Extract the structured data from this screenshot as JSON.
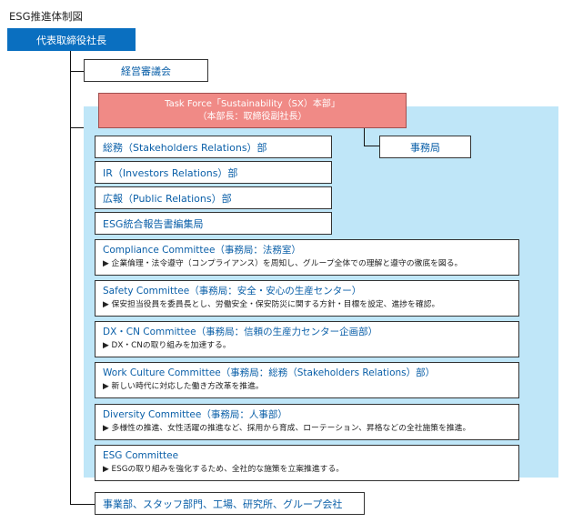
{
  "title": "ESG推進体制図",
  "ceo": "代表取締役社長",
  "management_council": "経営審議会",
  "task_force": {
    "line1": "Task Force「Sustainability（SX）本部」",
    "line2": "（本部長：取締役副社長）"
  },
  "secretariat": "事務局",
  "departments": [
    "総務（Stakeholders Relations）部",
    "IR（Investors Relations）部",
    "広報（Public Relations）部",
    "ESG統合報告書編集局"
  ],
  "committees": [
    {
      "name": "Compliance Committee（事務局：法務室）",
      "desc": "▶ 企業倫理・法令遵守（コンプライアンス）を周知し、グループ全体での理解と遵守の徹底を図る。"
    },
    {
      "name": "Safety Committee（事務局：安全・安心の生産センター）",
      "desc": "▶ 保安担当役員を委員長とし、労働安全・保安防災に関する方針・目標を設定、進捗を確認。"
    },
    {
      "name": "DX・CN Committee（事務局：信頼の生産力センター企画部）",
      "desc": "▶ DX・CNの取り組みを加速する。"
    },
    {
      "name": "Work Culture Committee（事務局：総務（Stakeholders Relations）部）",
      "desc": "▶ 新しい時代に対応した働き方改革を推進。"
    },
    {
      "name": "Diversity Committee（事務局：人事部）",
      "desc": "▶ 多様性の推進、女性活躍の推進など、採用から育成、ローテーション、昇格などの全社施策を推進。"
    },
    {
      "name": "ESG Committee",
      "desc": "▶ ESGの取り組みを強化するため、全社的な施策を立案推進する。"
    }
  ],
  "business_units": "事業部、スタッフ部門、工場、研究所、グループ会社",
  "colors": {
    "ceo_bg": "#0a6fc0",
    "task_force_bg": "#f08a86",
    "area_bg": "#bfe6f8",
    "label_text": "#0a5fa8"
  }
}
